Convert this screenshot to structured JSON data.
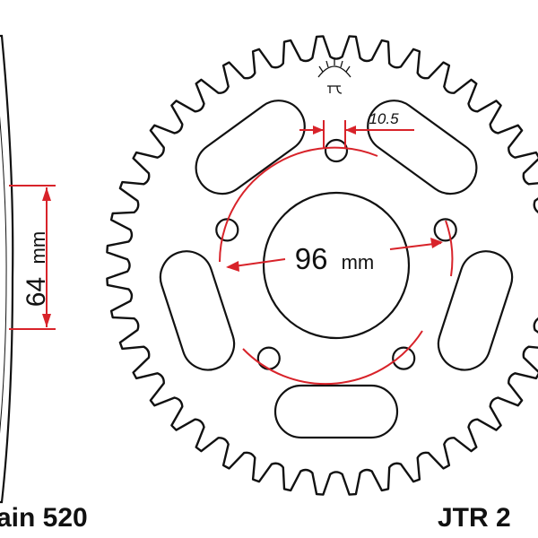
{
  "diagram": {
    "teeth_count": 44,
    "bolt_hole_count": 5,
    "slot_count": 5,
    "labels": {
      "pcd_value": "96",
      "pcd_unit": "mm",
      "bolt_hole_value": "10.5",
      "width_value": "64",
      "width_unit": "mm",
      "chain_label": "ain 520",
      "part_label": "JTR 2"
    },
    "colors": {
      "outline": "#111111",
      "dimension": "#d8232a",
      "background": "#ffffff"
    }
  }
}
